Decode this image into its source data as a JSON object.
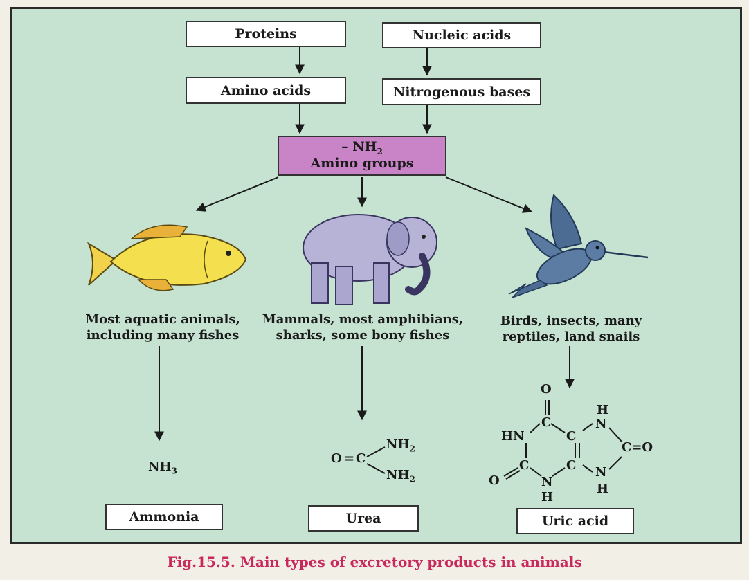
{
  "diagram": {
    "sources": [
      "Proteins",
      "Nucleic acids"
    ],
    "intermediates": [
      "Amino acids",
      "Nitrogenous bases"
    ],
    "amino_group": {
      "formula_prefix": "– NH",
      "formula_sub": "2",
      "label": "Amino groups"
    },
    "groups": [
      {
        "line1": "Most aquatic animals,",
        "line2": "including many fishes",
        "animal": "fish-illustration"
      },
      {
        "line1": "Mammals, most amphibians,",
        "line2": "sharks, some bony fishes",
        "animal": "elephant-illustration"
      },
      {
        "line1": "Birds, insects, many",
        "line2": "reptiles, land snails",
        "animal": "bird-illustration"
      }
    ],
    "ammonia": {
      "formula": "NH",
      "sub": "3",
      "name": "Ammonia"
    },
    "urea": {
      "o": "O",
      "eq": "=",
      "c": "C",
      "nh": "NH",
      "sub": "2",
      "name": "Urea"
    },
    "uric_acid": {
      "o": "O",
      "c": "C",
      "hn": "HN",
      "n": "N",
      "h": "H",
      "eq_o": "C=O",
      "name": "Uric acid"
    }
  },
  "caption": "Fig.15.5. Main types of excretory products in animals",
  "colors": {
    "panel": "#c6e2d1",
    "amino_box": "#c884c6",
    "caption": "#c8285c"
  }
}
